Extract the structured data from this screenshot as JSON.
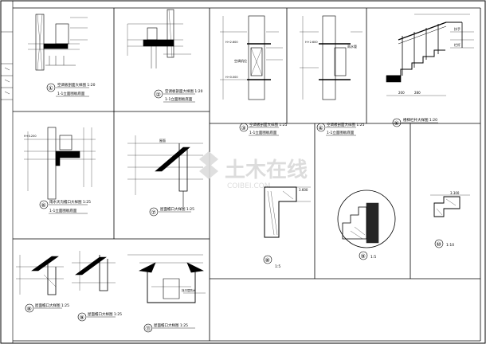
{
  "title_strip": "",
  "panels": [
    {
      "id": "p1",
      "num": "①",
      "title": "空调板剖面大样图 1:20",
      "sub": "1-1立面图板底面"
    },
    {
      "id": "p2",
      "num": "②",
      "title": "空调板剖面大样图 1:20",
      "sub": "1-1立面图板底面"
    },
    {
      "id": "p3",
      "num": "③",
      "title": "空调板剖面大样图 1:25",
      "sub": "1-1立面图板底面"
    },
    {
      "id": "p4",
      "num": "④",
      "title": "空调板剖面大样图 1:25",
      "sub": "1-1立面图板底面"
    },
    {
      "id": "p5",
      "num": "⑤",
      "title": "楼梯栏杆大样图 1:20",
      "sub": ""
    },
    {
      "id": "p6",
      "num": "⑥",
      "title": "雨水天沟檐口大样图 1:25",
      "sub": "1-1立面图板底面"
    },
    {
      "id": "p7",
      "num": "⑦",
      "title": "屋面檐口大样图 1:25",
      "sub": ""
    },
    {
      "id": "p8",
      "num": "⑧",
      "title": "",
      "sub": "1:5"
    },
    {
      "id": "p9",
      "num": "⑨",
      "title": "",
      "sub": "1:5"
    },
    {
      "id": "p10",
      "num": "⑩",
      "title": "",
      "sub": "1:10"
    },
    {
      "id": "p11",
      "num": "⑧",
      "title": "屋面檐口大样图 1:25",
      "sub": ""
    },
    {
      "id": "p12",
      "num": "⑨",
      "title": "屋面檐口大样图 1:25",
      "sub": ""
    },
    {
      "id": "p13",
      "num": "⑪",
      "title": "屋面檐口大样图 1:25",
      "sub": ""
    }
  ],
  "labels": {
    "p3_l1": "空调机位",
    "p3_l2": "H+2.600",
    "p3_l3": "H+0.000",
    "p4_l1": "雨水管",
    "p4_l2": "H+2.600",
    "p5_l1": "扶手",
    "p5_l2": "栏杆",
    "p5_l3": "200",
    "p5_l4": "280",
    "p6_l1": "H+0.200",
    "p7_l1": "屋面",
    "p8_l1": "3.600",
    "p10_l1": "3.300",
    "p13_l1": "找平层防水"
  },
  "watermark": {
    "main": "土木在线",
    "sub": "COIBEI.COM"
  },
  "colors": {
    "line": "#000000",
    "hatch": "#000000",
    "watermark": "#d8d8d8"
  }
}
